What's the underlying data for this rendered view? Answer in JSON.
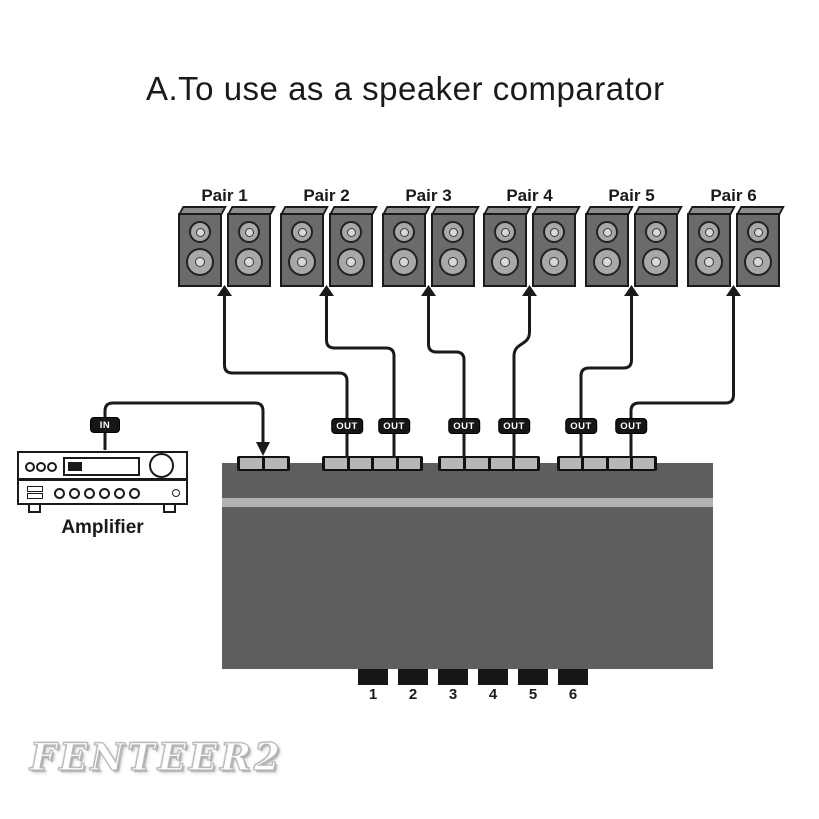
{
  "title": "A.To use as a speaker comparator",
  "watermark": "FENTEER2",
  "amplifier": {
    "label": "Amplifier",
    "in_port_label": "IN"
  },
  "comparator": {
    "out_port_label": "OUT",
    "selector_buttons": [
      "1",
      "2",
      "3",
      "4",
      "5",
      "6"
    ]
  },
  "speaker_pairs": [
    {
      "label": "Pair 1"
    },
    {
      "label": "Pair 2"
    },
    {
      "label": "Pair 3"
    },
    {
      "label": "Pair 4"
    },
    {
      "label": "Pair 5"
    },
    {
      "label": "Pair 6"
    }
  ],
  "colors": {
    "background": "#ffffff",
    "ink": "#1a1a1a",
    "speaker_body": "#6b6b6b",
    "speaker_top": "#8c8c8c",
    "driver_ring": "#a8a8a8",
    "driver_center": "#d8d8d8",
    "unit_body": "#5e5e5e",
    "unit_stripe": "#b2b2b2",
    "terminal": "#b7b7b7",
    "port_chip_bg": "#161616",
    "port_chip_text": "#ffffff"
  }
}
